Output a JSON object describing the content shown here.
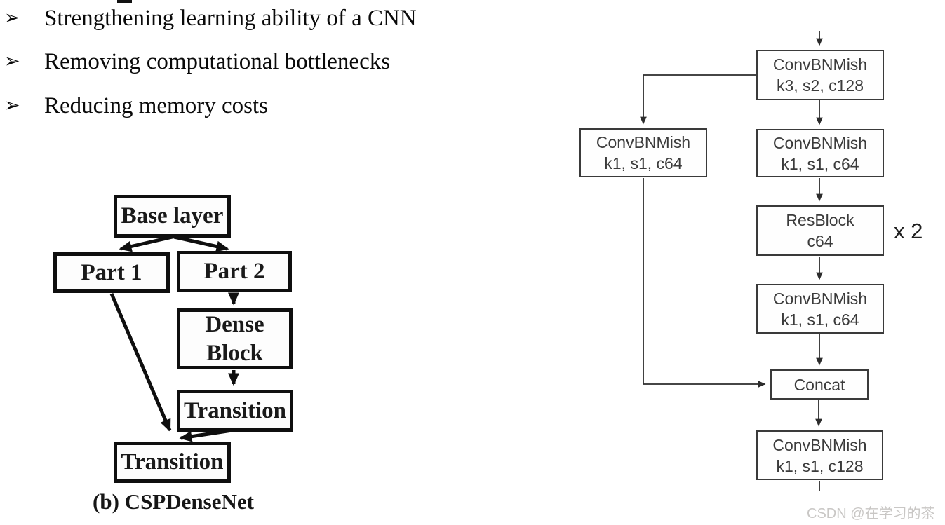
{
  "bullets": {
    "marker": "➢",
    "items": [
      "Strengthening learning ability of a CNN",
      "Removing computational bottlenecks",
      "Reducing memory costs"
    ]
  },
  "left_diagram": {
    "caption": "(b) CSPDenseNet",
    "nodes": [
      {
        "id": "base-layer",
        "label": "Base layer"
      },
      {
        "id": "part-1",
        "label": "Part 1"
      },
      {
        "id": "part-2",
        "label": "Part 2"
      },
      {
        "id": "dense-block",
        "label": "Dense\nBlock"
      },
      {
        "id": "transition-1",
        "label": "Transition"
      },
      {
        "id": "transition-2",
        "label": "Transition"
      }
    ],
    "edges": [
      {
        "from": "base-layer",
        "to": "part-1"
      },
      {
        "from": "base-layer",
        "to": "part-2"
      },
      {
        "from": "part-2",
        "to": "dense-block"
      },
      {
        "from": "dense-block",
        "to": "transition-1"
      },
      {
        "from": "part-1",
        "to": "transition-2"
      },
      {
        "from": "transition-1",
        "to": "transition-2"
      }
    ]
  },
  "right_diagram": {
    "nodes": [
      {
        "id": "conv1",
        "label": "ConvBNMish\nk3, s2, c128"
      },
      {
        "id": "conv-shortcut",
        "label": "ConvBNMish\nk1, s1, c64"
      },
      {
        "id": "conv2",
        "label": "ConvBNMish\nk1, s1, c64"
      },
      {
        "id": "resblock",
        "label": "ResBlock\nc64"
      },
      {
        "id": "conv3",
        "label": "ConvBNMish\nk1, s1, c64"
      },
      {
        "id": "concat",
        "label": "Concat"
      },
      {
        "id": "conv4",
        "label": "ConvBNMish\nk1, s1, c128"
      }
    ],
    "repeat_label": "x 2",
    "edges": [
      {
        "from": "input",
        "to": "conv1"
      },
      {
        "from": "conv1",
        "to": "conv-shortcut"
      },
      {
        "from": "conv1",
        "to": "conv2"
      },
      {
        "from": "conv2",
        "to": "resblock"
      },
      {
        "from": "resblock",
        "to": "conv3"
      },
      {
        "from": "conv3",
        "to": "concat"
      },
      {
        "from": "conv-shortcut",
        "to": "concat"
      },
      {
        "from": "concat",
        "to": "conv4"
      },
      {
        "from": "conv4",
        "to": "output"
      }
    ]
  },
  "watermark": {
    "text": "CSDN @在学习的茶",
    "color": "#c9c7c5"
  },
  "colors": {
    "left_diagram_ink": "#0f0f0f",
    "right_diagram_ink": "#3a3a3a",
    "background": "#ffffff"
  }
}
